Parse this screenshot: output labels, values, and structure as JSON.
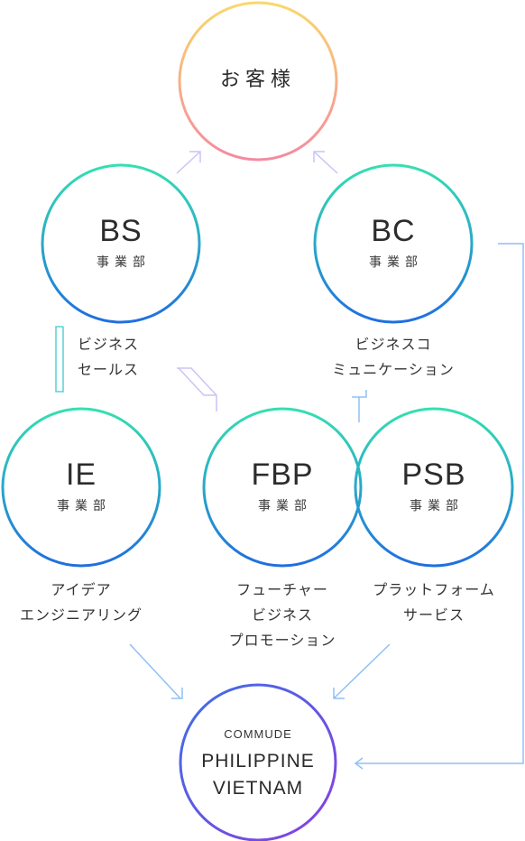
{
  "nodes": {
    "customers": {
      "label": "お客様"
    },
    "bs": {
      "title": "BS",
      "subtitle": "事業部",
      "description": [
        "ビジネス",
        "セールス"
      ]
    },
    "bc": {
      "title": "BC",
      "subtitle": "事業部",
      "description": [
        "ビジネスコ",
        "ミュニケーション"
      ]
    },
    "ie": {
      "title": "IE",
      "subtitle": "事業部",
      "description": [
        "アイデア",
        "エンジニアリング"
      ]
    },
    "fbp": {
      "title": "FBP",
      "subtitle": "事業部",
      "description": [
        "フューチャー",
        "ビジネス",
        "プロモーション"
      ]
    },
    "psb": {
      "title": "PSB",
      "subtitle": "事業部",
      "description": [
        "プラットフォーム",
        "サービス"
      ]
    },
    "commude": {
      "company": "COMMUDE",
      "countries": [
        "PHILIPPINE",
        "VIETNAM"
      ]
    }
  },
  "colors": {
    "customers_ring": [
      "#f9d86a",
      "#f58aa0"
    ],
    "blue_green_ring": [
      "#1f6fe0",
      "#34e0b0"
    ],
    "commude_ring": [
      "#3d6fe6",
      "#8a3fe0"
    ],
    "arrow_lavender": "#c9c4f5",
    "arrow_light_blue": "#8fc0f5",
    "arrow_teal": "#56d2d8"
  }
}
